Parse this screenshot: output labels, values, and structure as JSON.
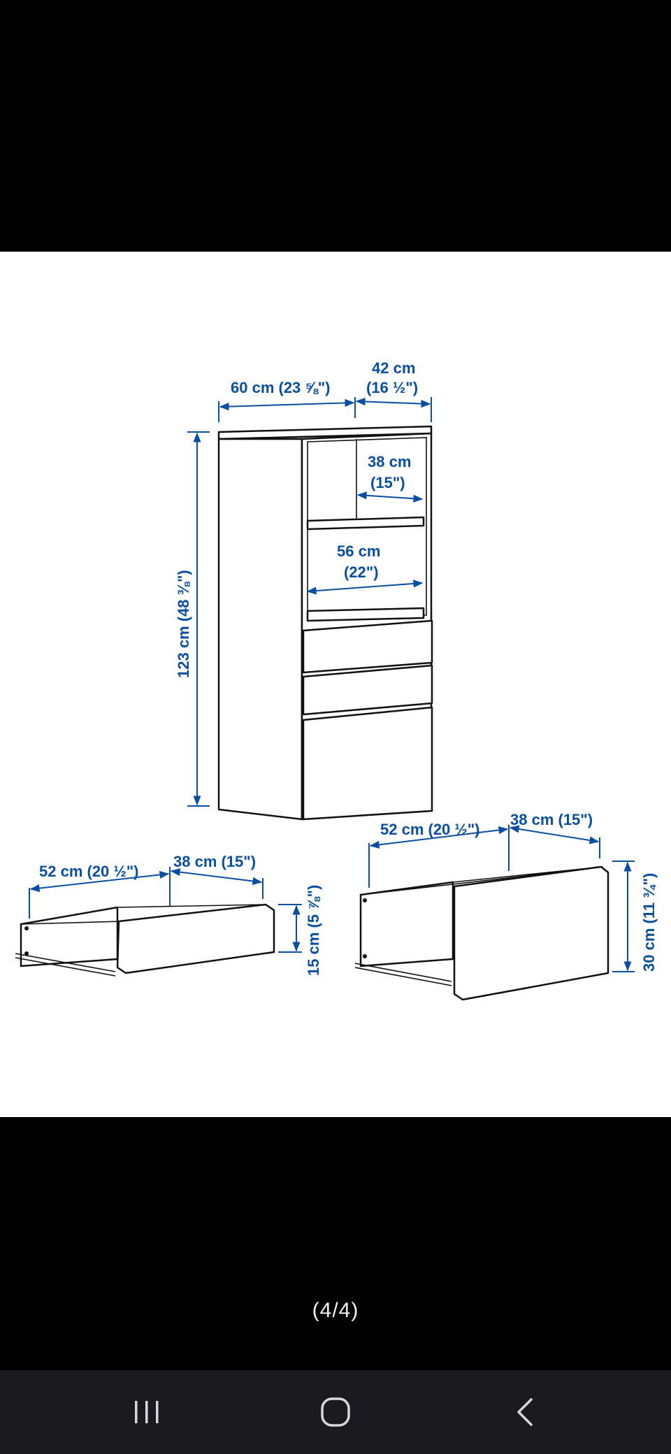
{
  "diagram": {
    "cabinet": {
      "width": "60 cm (23 ⅝\")",
      "depth_line1": "42 cm",
      "depth_line2": "(16 ½\")",
      "height": "123 cm (48 ⅜\")",
      "shelf_depth_line1": "38 cm",
      "shelf_depth_line2": "(15\")",
      "inner_width_line1": "56 cm",
      "inner_width_line2": "(22\")"
    },
    "small_drawer": {
      "width": "52 cm (20 ½\")",
      "depth": "38 cm (15\")",
      "height": "15 cm (5 ⅞\")"
    },
    "large_drawer": {
      "width": "52 cm (20 ½\")",
      "depth": "38 cm (15\")",
      "height": "30 cm (11 ¾\")"
    }
  },
  "viewer": {
    "page_counter": "(4/4)"
  },
  "nav": {
    "recents": "recent-apps-icon",
    "home": "home-icon",
    "back": "back-icon"
  },
  "colors": {
    "dimension": "#0a4ea2",
    "nav_bg": "#1b1b1f"
  }
}
